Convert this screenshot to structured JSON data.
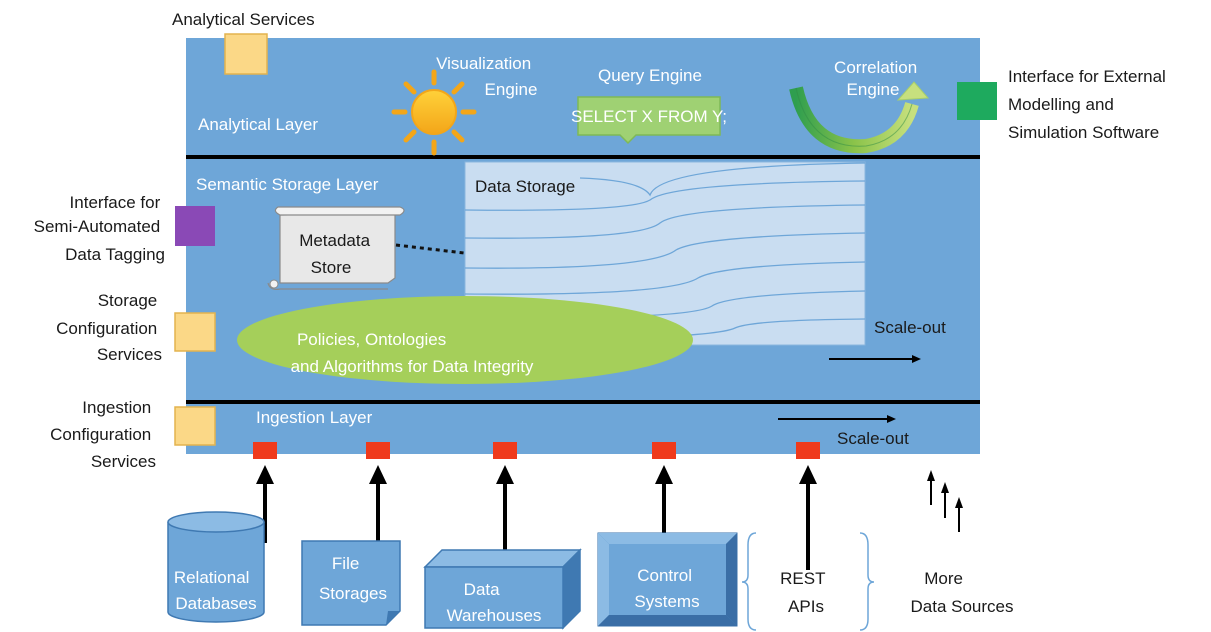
{
  "labels": {
    "analytical_services": "Analytical Services",
    "analytical_layer": "Analytical Layer",
    "visualization_engine": [
      "Visualization",
      "Engine"
    ],
    "query_engine": "Query Engine",
    "query_text": "SELECT X FROM Y;",
    "correlation_engine": [
      "Correlation",
      "Engine"
    ],
    "external_interface": [
      "Interface for External",
      "Modelling and",
      "Simulation Software"
    ],
    "semantic_layer": "Semantic Storage Layer",
    "data_storage": "Data Storage",
    "metadata_store": [
      "Metadata",
      "Store"
    ],
    "policies": [
      "Policies, Ontologies",
      "and Algorithms for Data Integrity"
    ],
    "tagging_interface": [
      "Interface for",
      "Semi-Automated",
      "Data Tagging"
    ],
    "storage_config": [
      "Storage",
      "Configuration",
      "Services"
    ],
    "ingestion_config": [
      "Ingestion",
      "Configuration",
      "Services"
    ],
    "ingestion_layer": "Ingestion Layer",
    "scale_out_storage": "Scale-out",
    "scale_out_ingestion": "Scale-out",
    "relational_db": [
      "Relational",
      "Databases"
    ],
    "file_storages": [
      "File",
      "Storages"
    ],
    "data_warehouses": [
      "Data",
      "Warehouses"
    ],
    "control_systems": [
      "Control",
      "Systems"
    ],
    "rest_apis": [
      "REST",
      "APIs"
    ],
    "more_sources": [
      "More",
      "Data Sources"
    ]
  },
  "colors": {
    "panel": "#6ea6d8",
    "panel_light": "#a9cbe9",
    "storage_fill": "#c9ddf1",
    "storage_line": "#6ea6d8",
    "yellow_box": "#fbd887",
    "green_box": "#1eaa5e",
    "purple_box": "#8a49b6",
    "red_port": "#ef3a1c",
    "policy_ellipse": "#a5cf5a",
    "query_bubble": "#9fd173",
    "metadata_fill": "#e8e8e8",
    "white_text": "#ffffff",
    "dark_text": "#1a1a1a"
  }
}
